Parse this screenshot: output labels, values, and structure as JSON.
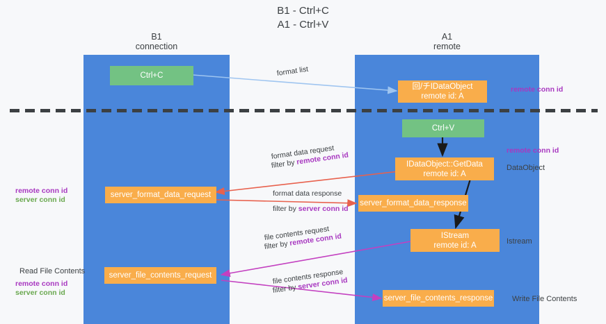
{
  "title": {
    "line1": "B1 - Ctrl+C",
    "line2": "A1 - Ctrl+V"
  },
  "lanes": {
    "left": {
      "name": "B1",
      "role": "connection"
    },
    "right": {
      "name": "A1",
      "role": "remote"
    }
  },
  "colors": {
    "lane": "#4a86da",
    "green_box": "#73c283",
    "orange_box": "#f9ad4b",
    "purple_text": "#a838c0",
    "green_text": "#6aa84f",
    "arrow_blue": "#9fc5f0",
    "arrow_black": "#1a1a1a",
    "arrow_red": "#e8614d",
    "arrow_magenta": "#c340c0",
    "divider": "#3c4043"
  },
  "boxes": {
    "ctrl_c": {
      "line1": "Ctrl+C"
    },
    "ctrl_v": {
      "line1": "Ctrl+V"
    },
    "idataobject": {
      "line1": "回/チIDataObject",
      "line2": "remote id: A"
    },
    "getdata": {
      "line1": "IDataObject::GetData",
      "line2": "remote id: A"
    },
    "istream": {
      "line1": "IStream",
      "line2": "remote id: A"
    },
    "srv_fmt_req": {
      "line1": "server_format_data_request"
    },
    "srv_fmt_res": {
      "line1": "server_format_data_response"
    },
    "srv_file_req": {
      "line1": "server_file_contents_request"
    },
    "srv_file_res": {
      "line1": "server_file_contents_response"
    }
  },
  "edge_labels": {
    "format_list": {
      "line1": "format list"
    },
    "format_data_req": {
      "line1": "format data request",
      "filter_prefix": "filter by ",
      "filter_key": "remote conn id"
    },
    "format_data_res": {
      "line1": "format data response",
      "filter_prefix": "filter by ",
      "filter_key": "server conn id"
    },
    "file_contents_req": {
      "line1": "file contents request",
      "filter_prefix": "filter by ",
      "filter_key": "remote conn id"
    },
    "file_contents_res": {
      "line1": "file contents response",
      "filter_prefix": "filter by ",
      "filter_key": "server conn id"
    }
  },
  "right_labels": {
    "remote_conn_id_top": "remote conn id",
    "remote_conn_id_mid": "remote conn id",
    "dataobject": "DataObject",
    "istream": "Istream",
    "write_file_contents": "Write File Contents"
  },
  "left_labels": {
    "remote_conn_id_1": "remote conn id",
    "server_conn_id_1": "server conn id",
    "read_file_contents": "Read File Contents",
    "remote_conn_id_2": "remote conn id",
    "server_conn_id_2": "server conn id"
  }
}
